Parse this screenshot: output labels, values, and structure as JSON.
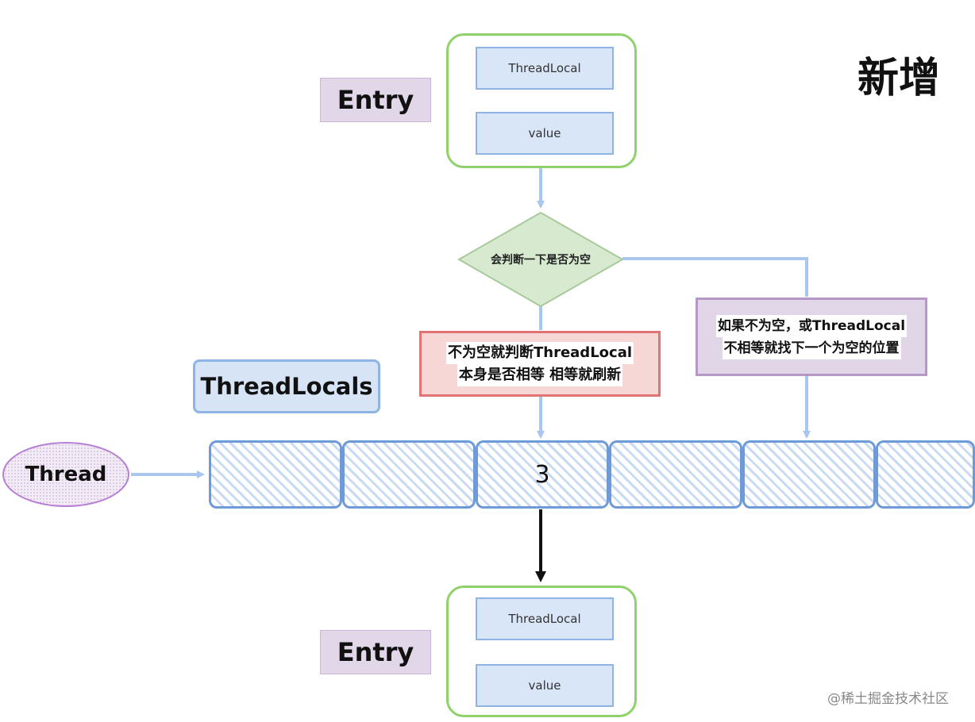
{
  "title": "新增",
  "entry_top": {
    "label": "Entry",
    "key": "ThreadLocal",
    "value": "value"
  },
  "decision": {
    "text": "会判断一下是否为空"
  },
  "not_null_box": {
    "line1": "不为空就判断ThreadLocal",
    "line2": "本身是否相等 相等就刷新"
  },
  "not_equal_box": {
    "line1": "如果不为空，或ThreadLocal",
    "line2": "不相等就找下一个为空的位置"
  },
  "threadlocals_label": "ThreadLocals",
  "thread_label": "Thread",
  "array": {
    "cells": [
      "",
      "",
      "3",
      "",
      "",
      ""
    ]
  },
  "entry_bottom": {
    "label": "Entry",
    "key": "ThreadLocal",
    "value": "value"
  },
  "watermark": "@稀土掘金技术社区",
  "colors": {
    "arrow_light": "#a9c6ef",
    "arrow_dark": "#111111",
    "entry_border": "#8fd16a",
    "diamond_fill": "#d7ead0",
    "diamond_stroke": "#a7c99b"
  }
}
